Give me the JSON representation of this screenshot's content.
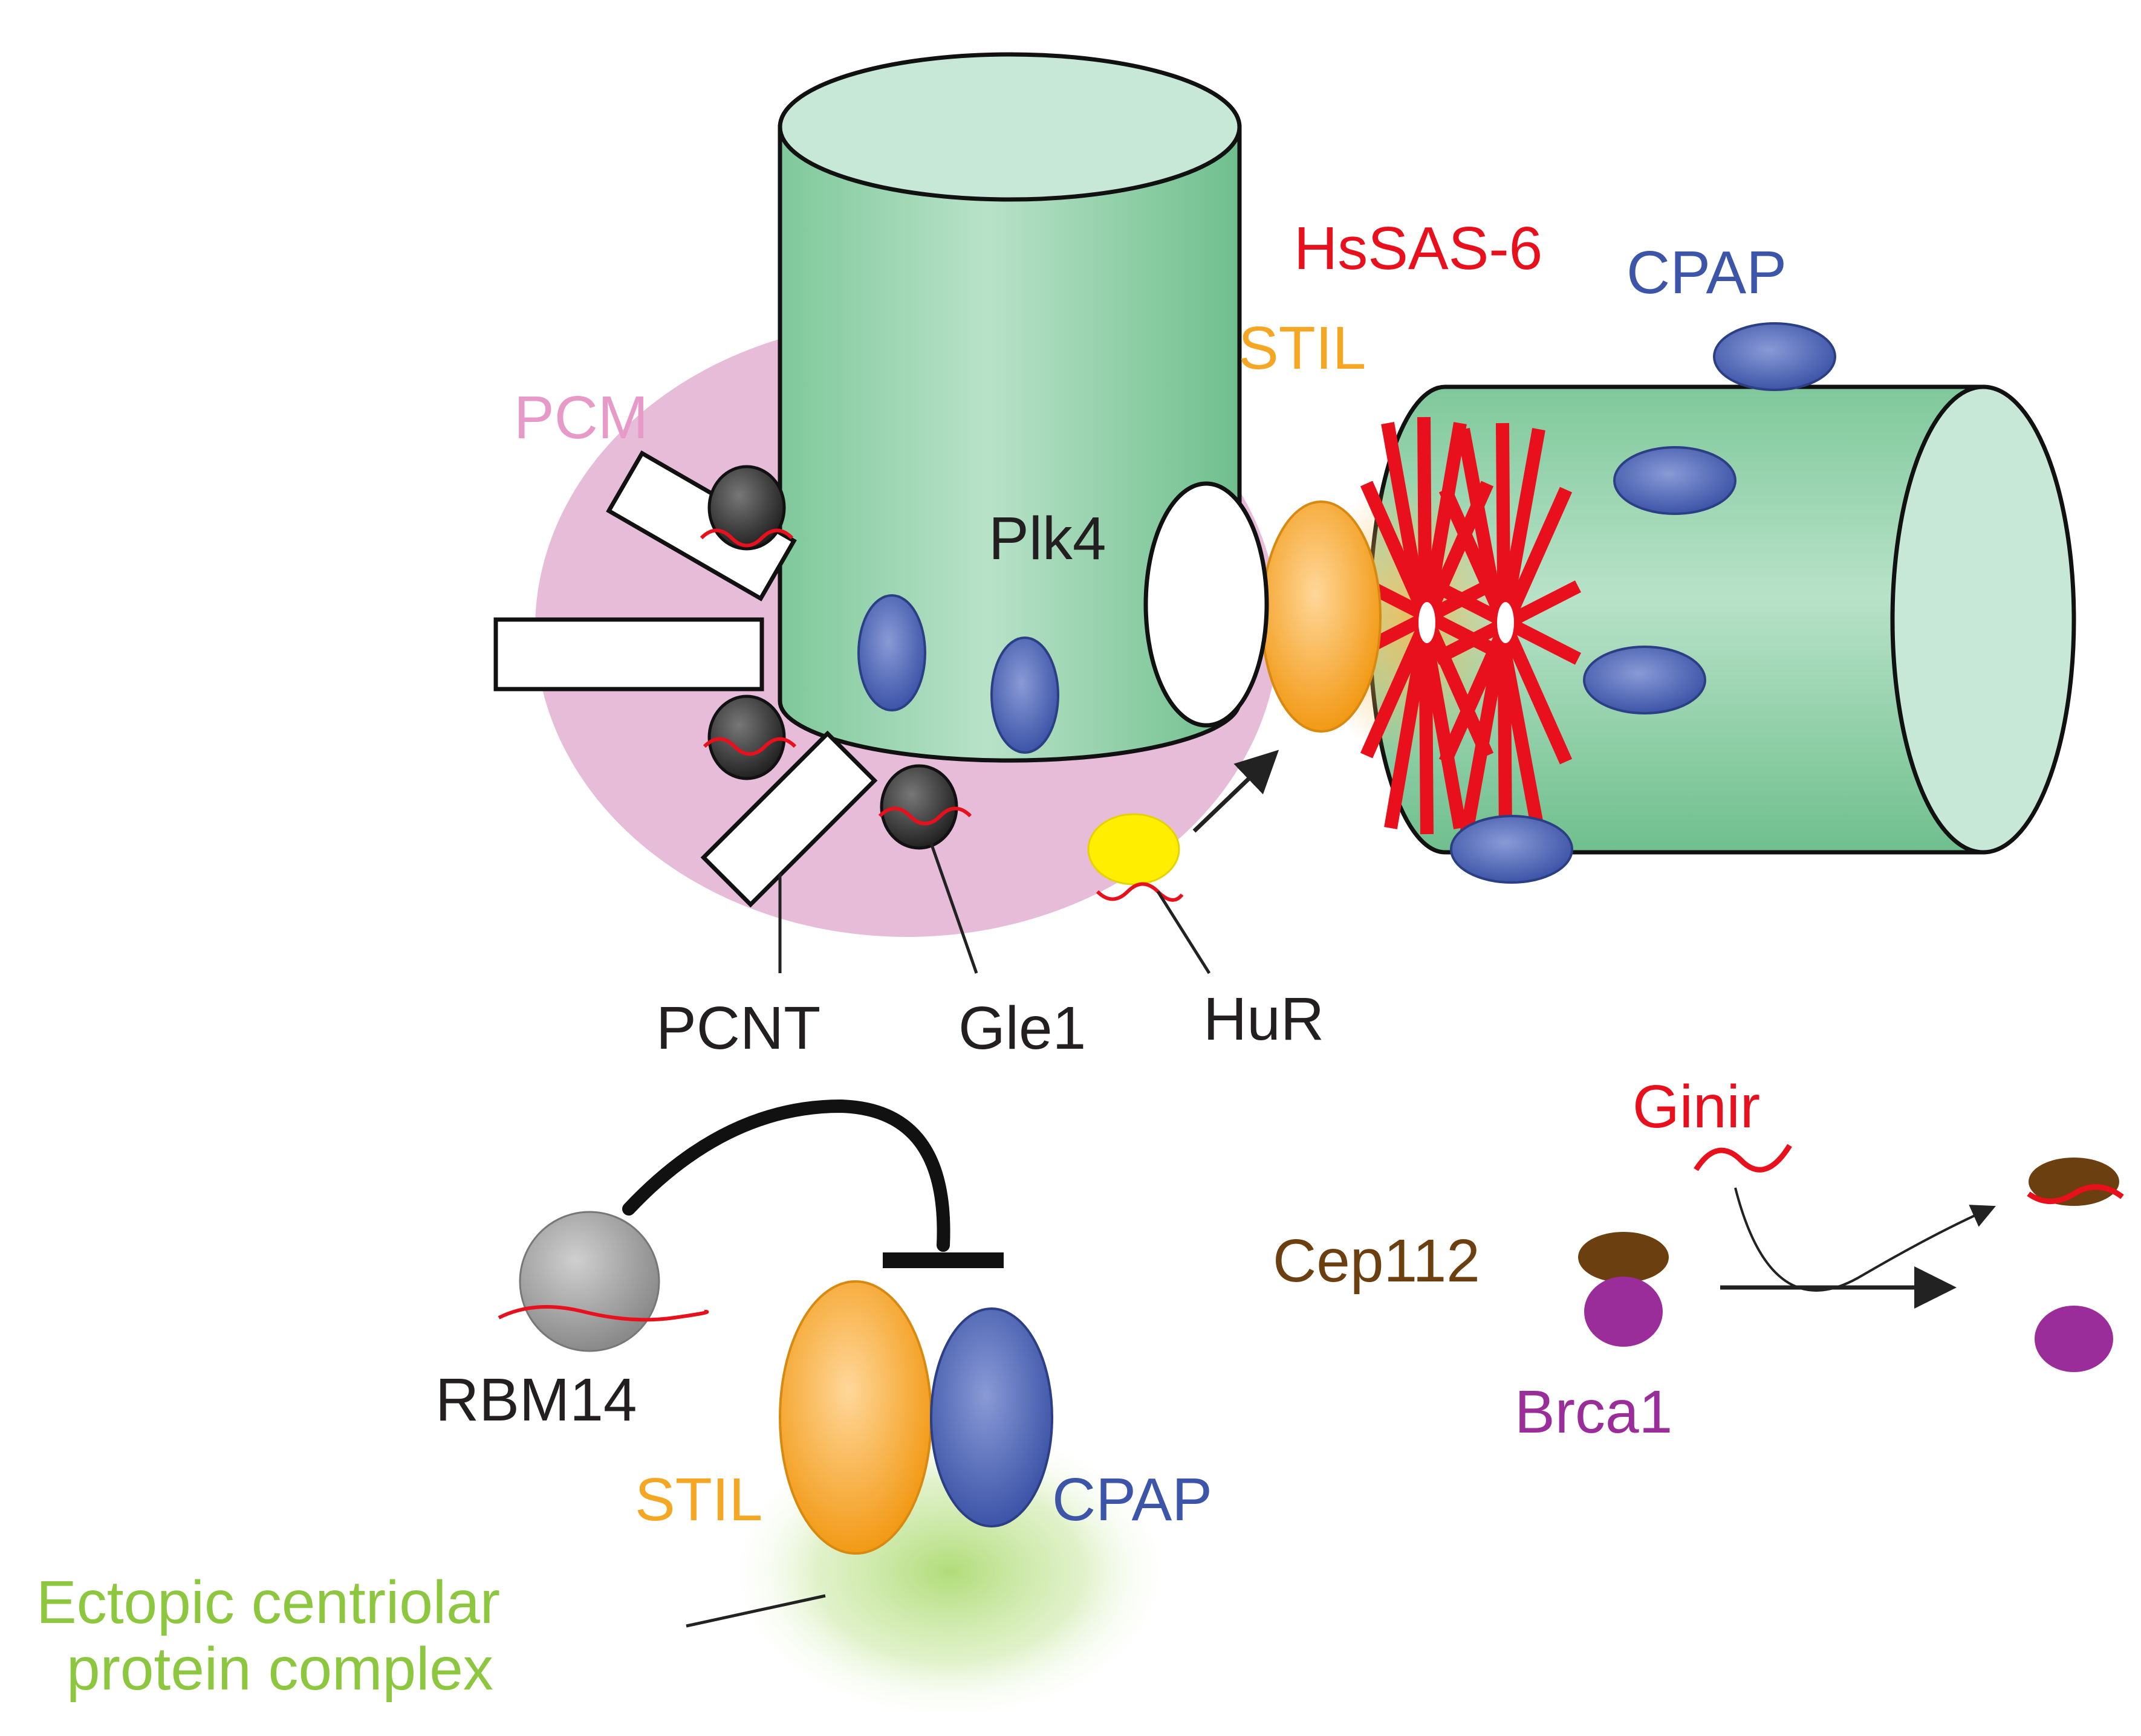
{
  "labels": {
    "pcm": "PCM",
    "plk4": "Plk4",
    "stil_top": "STIL",
    "hssas6": "HsSAS-6",
    "cpap_top": "CPAP",
    "pcnt": "PCNT",
    "gle1": "Gle1",
    "hur": "HuR",
    "rbm14": "RBM14",
    "stil_bottom": "STIL",
    "cpap_bottom": "CPAP",
    "ectopic_line1": "Ectopic centriolar",
    "ectopic_line2": "protein complex",
    "ginir": "Ginir",
    "cep112": "Cep112",
    "brca1": "Brca1"
  },
  "colors": {
    "pcm": "#e6bcd9",
    "centriole": "#8fd0a8",
    "centriole_top": "#c7e8d6",
    "blue_protein": "#4a62b0",
    "stil": "#f5a623",
    "hssas6": "#e8101c",
    "gle1": "#3a3a3a",
    "hur": "#ffee00",
    "rbm14": "#999999",
    "cep112": "#6b3f10",
    "brca1": "#9b2d9b",
    "ectopic": "#8dc63f",
    "mrna": "#e8101c"
  }
}
